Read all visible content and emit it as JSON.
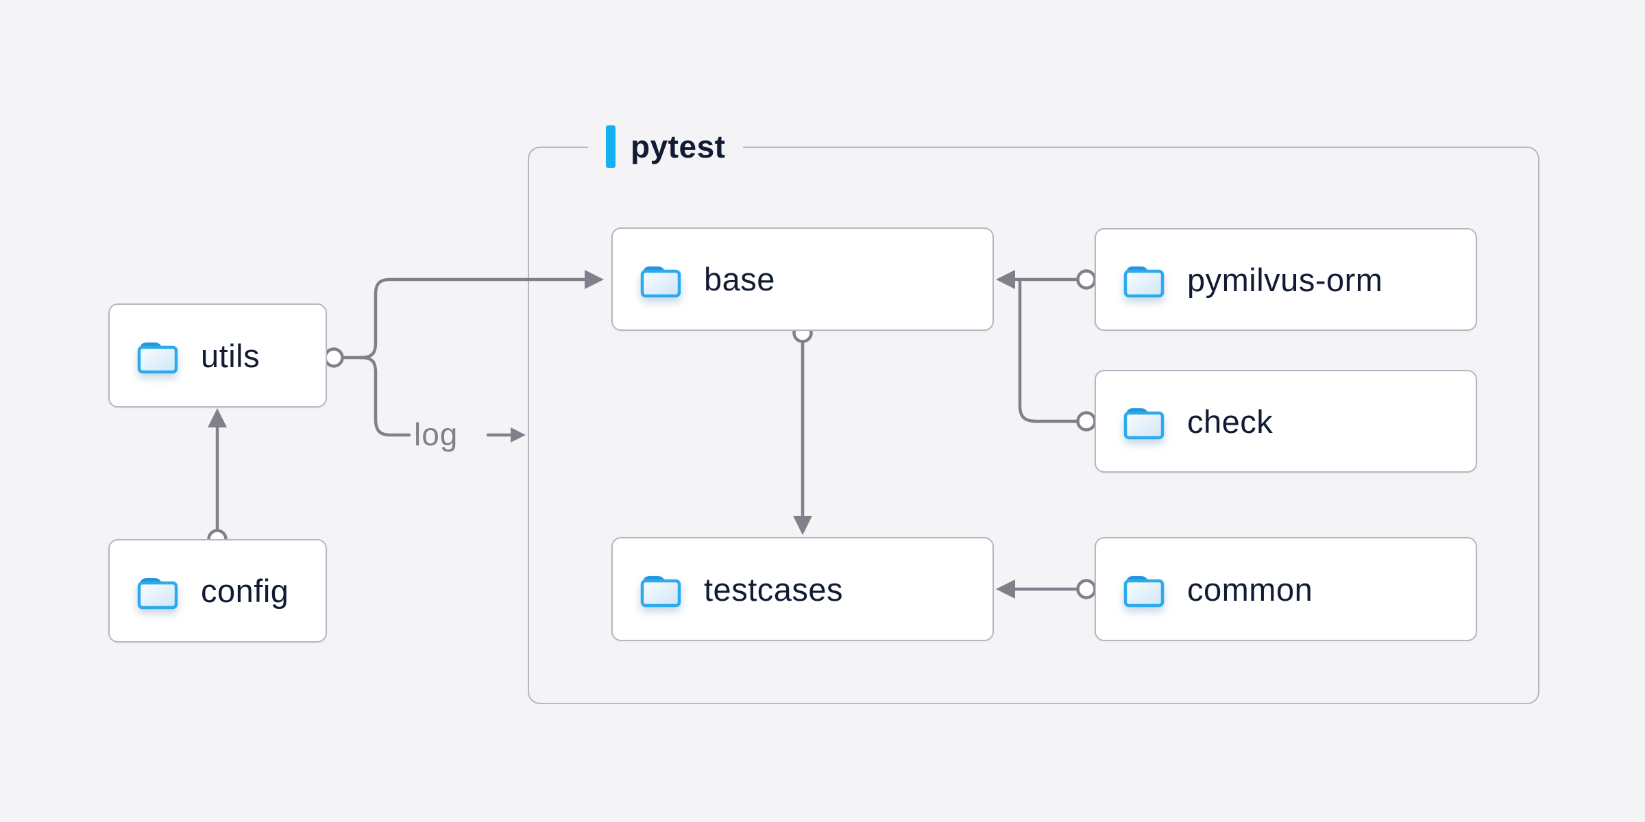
{
  "diagram": {
    "group": {
      "label": "pytest"
    },
    "edge_label": "log",
    "nodes": [
      {
        "id": "utils",
        "label": "utils"
      },
      {
        "id": "config",
        "label": "config"
      },
      {
        "id": "base",
        "label": "base"
      },
      {
        "id": "pymilvus-orm",
        "label": "pymilvus-orm"
      },
      {
        "id": "check",
        "label": "check"
      },
      {
        "id": "testcases",
        "label": "testcases"
      },
      {
        "id": "common",
        "label": "common"
      }
    ],
    "edges": [
      {
        "from": "config",
        "to": "utils"
      },
      {
        "from": "utils",
        "to": "base"
      },
      {
        "from": "utils",
        "to": "pytest-group",
        "label": "log"
      },
      {
        "from": "base",
        "to": "testcases"
      },
      {
        "from": "pymilvus-orm",
        "to": "base"
      },
      {
        "from": "check",
        "to": "base"
      },
      {
        "from": "common",
        "to": "testcases"
      }
    ],
    "colors": {
      "background": "#f4f4f6",
      "node_fill": "#ffffff",
      "node_border": "#b6b6c2",
      "text": "#111b33",
      "connector": "#7f8089",
      "accent_cyan": "#14b1f2",
      "folder_blue": "#2caaec",
      "folder_tab": "#1f98e0"
    }
  }
}
